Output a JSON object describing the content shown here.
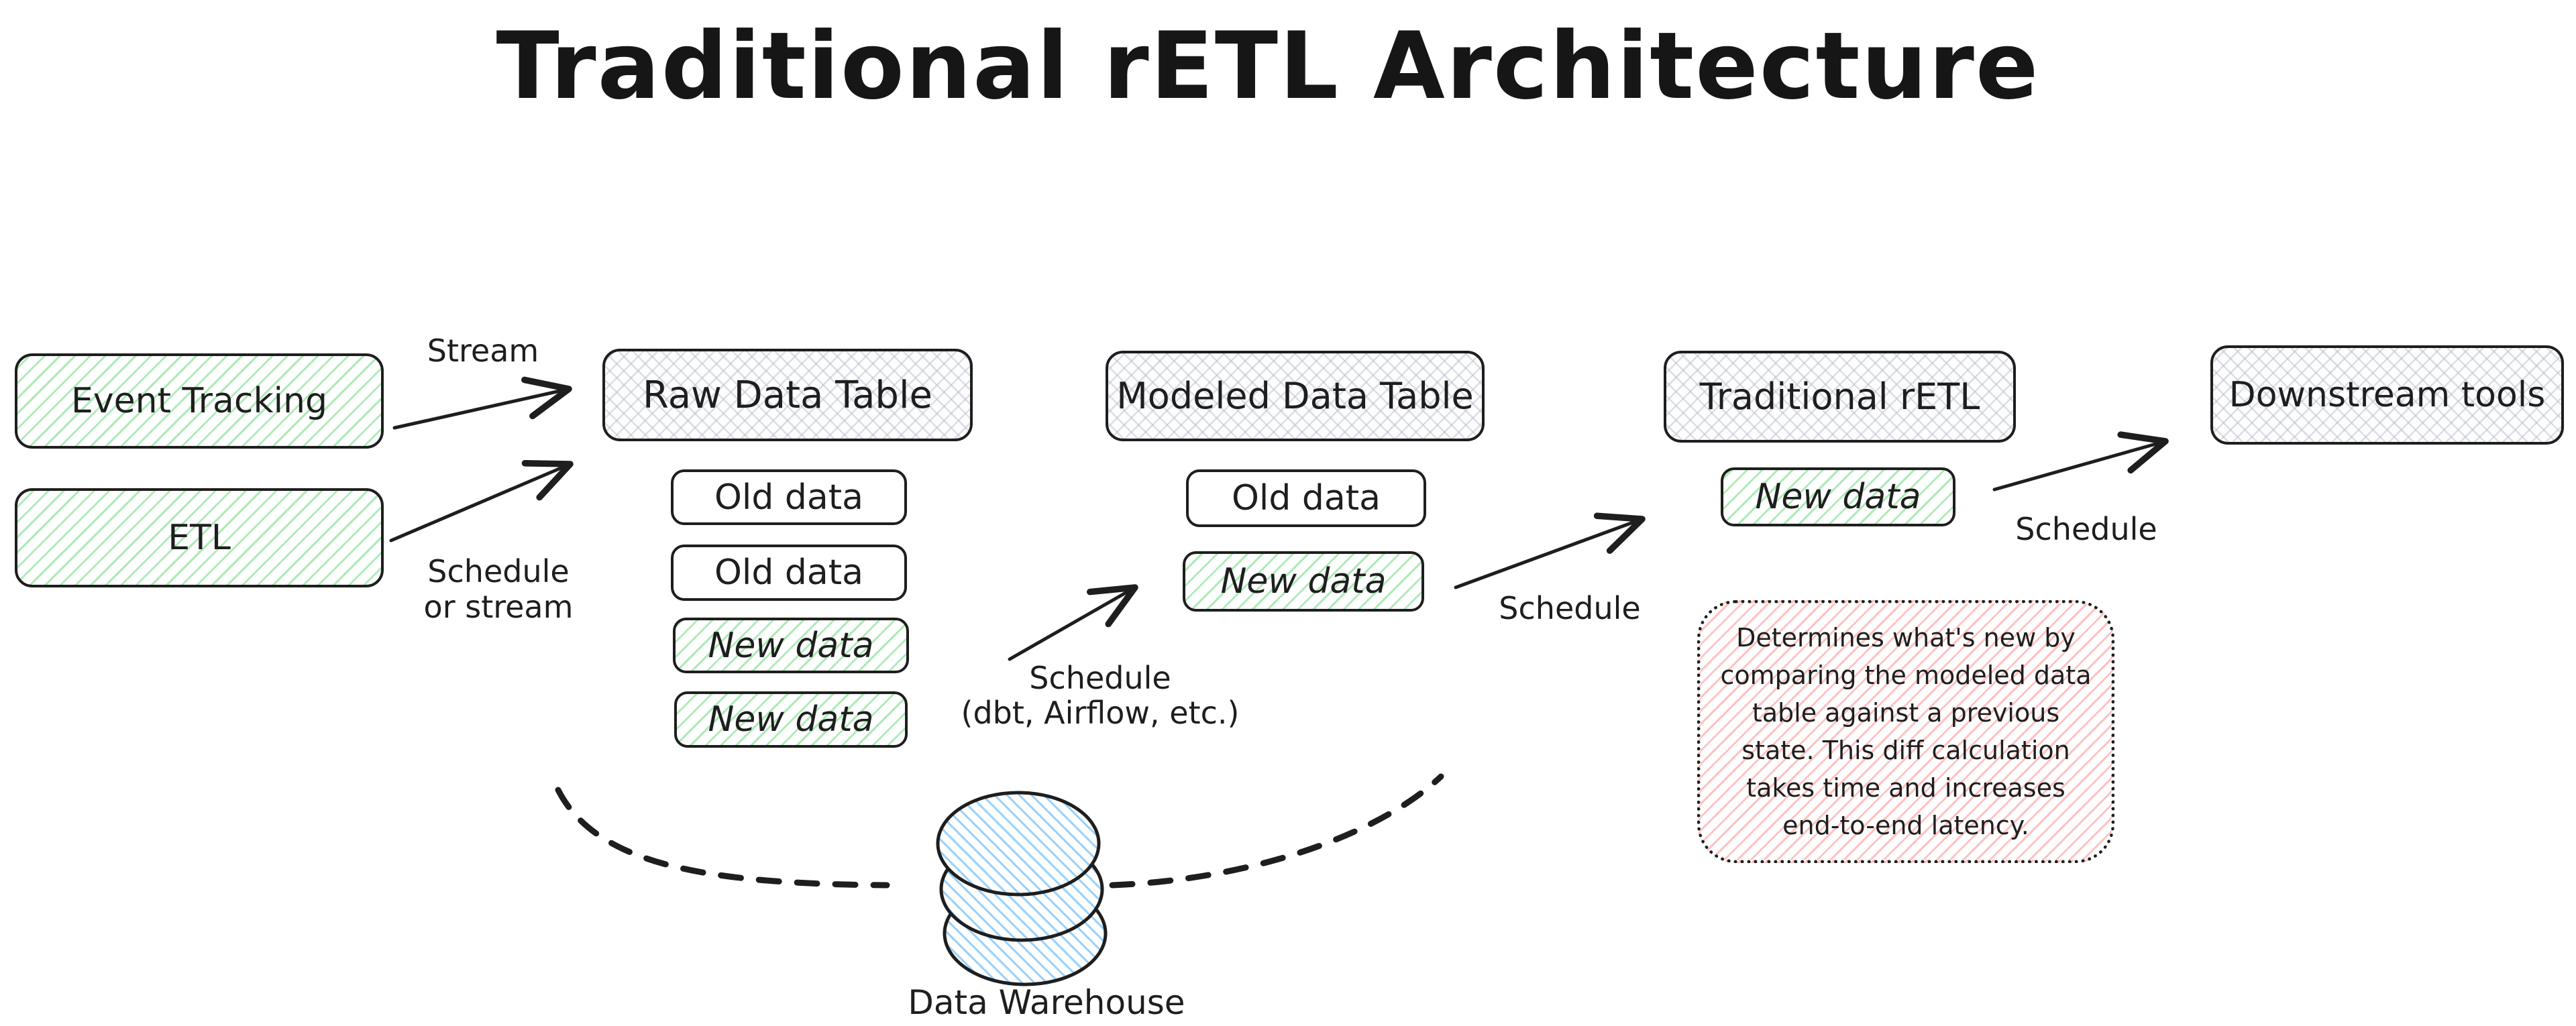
{
  "title": "Traditional rETL Architecture",
  "sources": {
    "event_tracking": "Event Tracking",
    "etl": "ETL"
  },
  "labels": {
    "stream": "Stream",
    "schedule_or_stream": {
      "line1": "Schedule",
      "line2": "or stream"
    },
    "schedule_dbt": {
      "line1": "Schedule",
      "line2": "(dbt, Airflow, etc.)"
    },
    "schedule_to_retl": "Schedule",
    "schedule_to_downstream": "Schedule"
  },
  "raw_table": {
    "title": "Raw Data Table",
    "rows": [
      {
        "label": "Old data",
        "type": "old"
      },
      {
        "label": "Old data",
        "type": "old"
      },
      {
        "label": "New data",
        "type": "new"
      },
      {
        "label": "New data",
        "type": "new"
      }
    ]
  },
  "modeled_table": {
    "title": "Modeled Data Table",
    "rows": [
      {
        "label": "Old data",
        "type": "old"
      },
      {
        "label": "New data",
        "type": "new"
      }
    ]
  },
  "retl": {
    "title": "Traditional rETL",
    "rows": [
      {
        "label": "New data",
        "type": "new"
      }
    ]
  },
  "downstream": {
    "title": "Downstream tools"
  },
  "warehouse": {
    "label": "Data Warehouse"
  },
  "note": {
    "lines": [
      "Determines what's new by",
      "comparing the modeled data",
      "table against a previous",
      "state. This diff calculation",
      "takes time and increases",
      "end-to-end latency."
    ]
  },
  "colors": {
    "stroke": "#1e1e1e",
    "green_fill": "#b2f2bb",
    "gray_fill": "#e9ecef",
    "pink_fill": "#ffc9c9",
    "blue_fill": "#a5d8ff",
    "background": "#ffffff"
  }
}
